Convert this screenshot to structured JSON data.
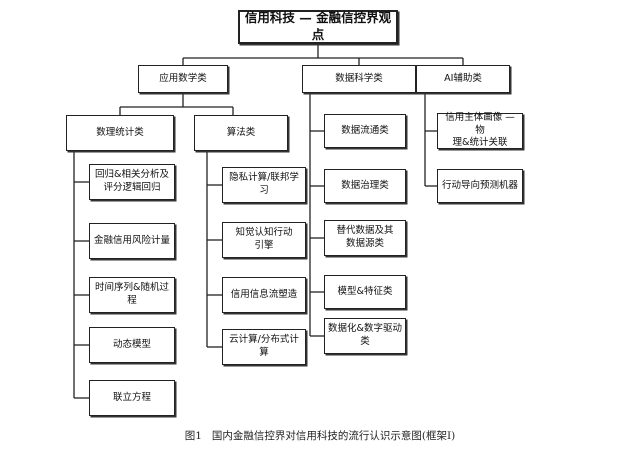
{
  "root": "信用科技 — 金融信控界观点",
  "level1": [
    "应用数学类",
    "数据科学类",
    "AI辅助类"
  ],
  "applied_math": {
    "stats": {
      "label": "数理统计类",
      "items": [
        [
          "回归&相关分析及",
          "评分逻辑回归"
        ],
        [
          "金融信用风险计量"
        ],
        [
          "时间序列&随机过程"
        ],
        [
          "动态模型"
        ],
        [
          "联立方程"
        ]
      ]
    },
    "algo": {
      "label": "算法类",
      "items": [
        [
          "隐私计算/联邦学习"
        ],
        [
          "知觉认知行动",
          "引擎"
        ],
        [
          "信用信息流塑造"
        ],
        [
          "云计算/分布式计算"
        ]
      ]
    }
  },
  "data_science": {
    "items": [
      [
        "数据流通类"
      ],
      [
        "数据治理类"
      ],
      [
        "替代数据及其",
        "数据源类"
      ],
      [
        "模型&特征类"
      ],
      [
        "数据化&数字驱动",
        "类"
      ]
    ]
  },
  "ai": {
    "items": [
      [
        "信用主体画像 — 物",
        "理&统计关联"
      ],
      [
        "行动导向预测机器"
      ]
    ]
  },
  "caption": {
    "label": "图1",
    "text": "国内金融信控界对信用科技的流行认识示意图(框架Ⅰ)"
  }
}
